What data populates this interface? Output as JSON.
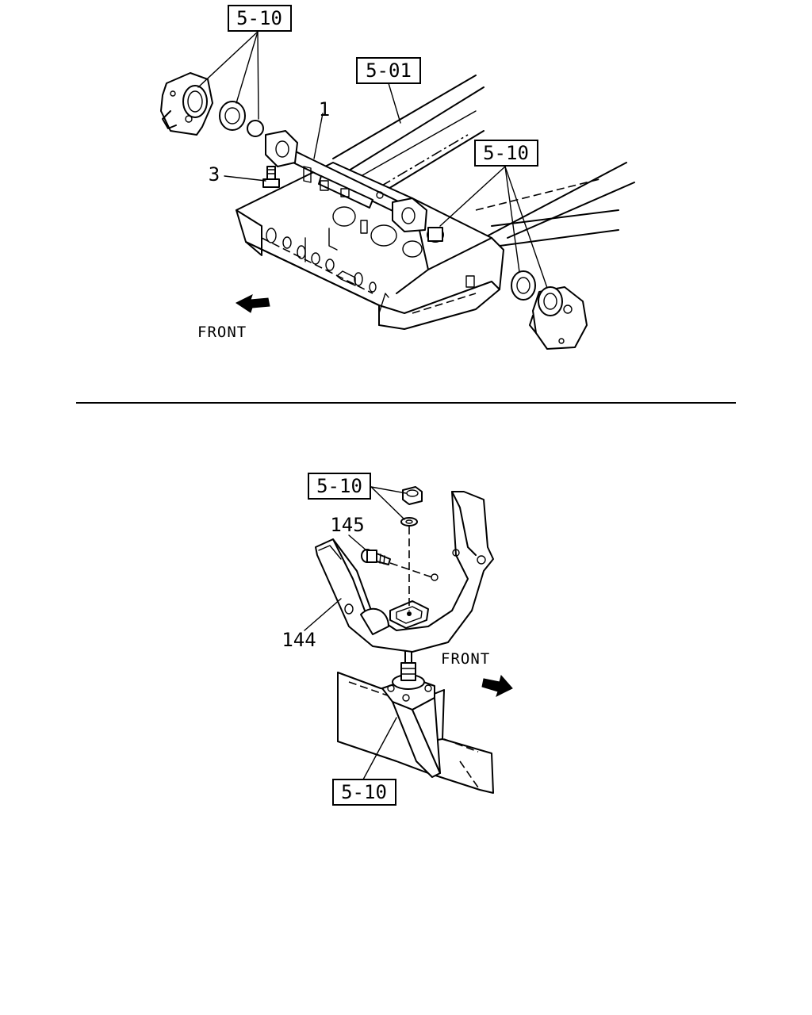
{
  "top_view": {
    "ref_upper_left": "5-10",
    "ref_frame": "5-01",
    "ref_right": "5-10",
    "part_1": "1",
    "part_3": "3",
    "direction": "FRONT"
  },
  "bottom_view": {
    "ref_nut": "5-10",
    "part_145": "145",
    "part_144": "144",
    "direction": "FRONT",
    "ref_bottom": "5-10"
  }
}
